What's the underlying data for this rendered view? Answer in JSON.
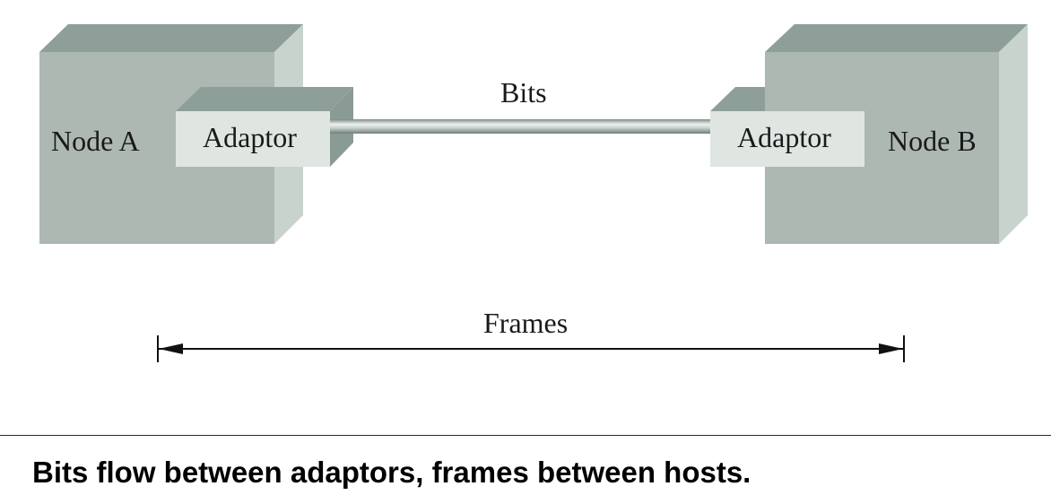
{
  "diagram": {
    "node_a": {
      "label": "Node A"
    },
    "node_b": {
      "label": "Node B"
    },
    "adaptor_a": {
      "label": "Adaptor"
    },
    "adaptor_b": {
      "label": "Adaptor"
    },
    "link": {
      "label": "Bits"
    },
    "span": {
      "label": "Frames"
    }
  },
  "caption": "Bits flow between adaptors, frames between hosts.",
  "colors": {
    "box_front": "#adb8b3",
    "box_top": "#8e9f99",
    "box_side": "#c8d3ce",
    "adaptor_front": "#dfe6e2",
    "adaptor_top": "#8e9f99",
    "adaptor_side": "#8a9a94",
    "text": "#1a1a1a"
  }
}
